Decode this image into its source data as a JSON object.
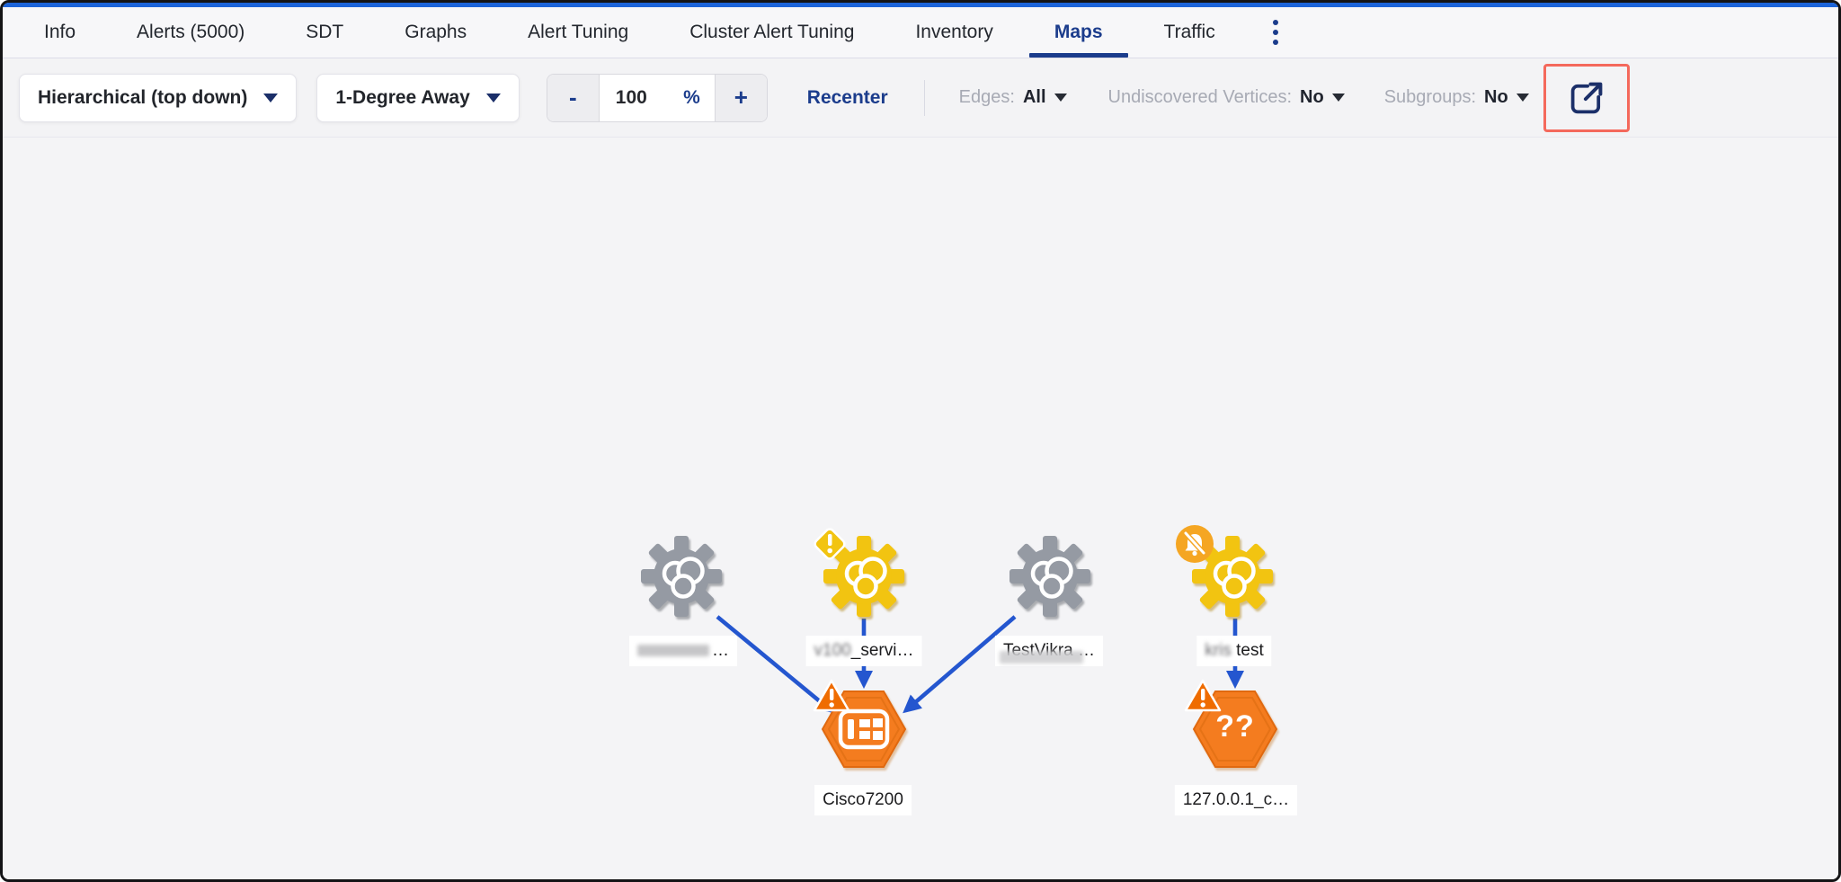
{
  "tabs": {
    "items": [
      "Info",
      "Alerts (5000)",
      "SDT",
      "Graphs",
      "Alert Tuning",
      "Cluster Alert Tuning",
      "Inventory",
      "Maps",
      "Traffic"
    ],
    "active": "Maps",
    "overflow_menu_icon": "kebab-menu-icon"
  },
  "toolbar": {
    "layout_dropdown": {
      "value": "Hierarchical (top down)"
    },
    "degree_dropdown": {
      "value": "1-Degree Away"
    },
    "zoom": {
      "decrease": "-",
      "value": "100",
      "unit": "%",
      "increase": "+"
    },
    "recenter_label": "Recenter",
    "filters": [
      {
        "label": "Edges:",
        "value": "All"
      },
      {
        "label": "Undiscovered Vertices:",
        "value": "No"
      },
      {
        "label": "Subgroups:",
        "value": "No"
      }
    ],
    "open_in_new_icon": "external-link-icon",
    "annotation_box_color": "#f4695c"
  },
  "map": {
    "nodes": [
      {
        "id": 0,
        "type": "service-group-gear",
        "color": "gray",
        "label_rest": "…",
        "label_redacted": true
      },
      {
        "id": 1,
        "type": "service-group-gear",
        "color": "gold",
        "badge": "warning-diamond",
        "label_blurred": "v100",
        "label_rest": "_servi…"
      },
      {
        "id": 2,
        "type": "service-group-gear",
        "color": "gray",
        "label_rest": "TestVikra …",
        "label_partially_redacted": true
      },
      {
        "id": 3,
        "type": "service-group-gear",
        "color": "gold",
        "badge": "alert-disabled-bell",
        "label_blurred": "kris",
        "label_rest": " test"
      },
      {
        "id": 4,
        "type": "device-hexagon",
        "badge": "warning-triangle",
        "icon": "device-panel-icon",
        "label_rest": "Cisco7200"
      },
      {
        "id": 5,
        "type": "device-hexagon",
        "badge": "warning-triangle",
        "icon_text": "??",
        "label_rest": "127.0.0.1_c…"
      }
    ],
    "edges": [
      {
        "from": 0,
        "to": 4
      },
      {
        "from": 1,
        "to": 4
      },
      {
        "from": 2,
        "to": 4
      },
      {
        "from": 3,
        "to": 5
      }
    ]
  },
  "colors": {
    "accent_navy": "#1b3c8c",
    "top_strip_blue": "#1c64d9",
    "arrow_blue": "#2456cf",
    "gear_gray": "#959aa3",
    "gear_gold": "#f2c411",
    "device_orange": "#f47c1f",
    "warning_orange": "#ef6c00",
    "muted_label_gray": "#a7aab4"
  }
}
